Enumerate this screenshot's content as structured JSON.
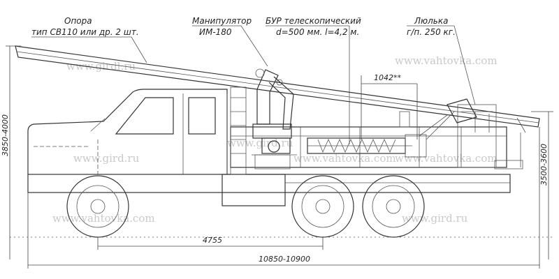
{
  "labels": {
    "support_title": "Опора",
    "support_desc": "тип СВ110 или др. 2 шт.",
    "manipulator_title": "Манипулятор",
    "manipulator_model": "ИМ-180",
    "drill_title": "БУР телескопический",
    "drill_desc": "d=500 мм. l=4,2 м.",
    "basket_title": "Люлька",
    "basket_desc": "г/п. 250 кг."
  },
  "dimensions": {
    "overall_height_left": "3850-4000",
    "overall_height_right": "3500-3600",
    "wheelbase": "4755",
    "overall_length": "10850-10900",
    "support_spacing": "1042**"
  },
  "watermarks": [
    "www.girdl.ru",
    "www.vahtovka.com",
    "www.vahtovka.com",
    "www.gird.ru",
    "www.gird.ru",
    "www.vahtovka.com",
    "www.vahtovka.com",
    "www.gird.ru"
  ]
}
